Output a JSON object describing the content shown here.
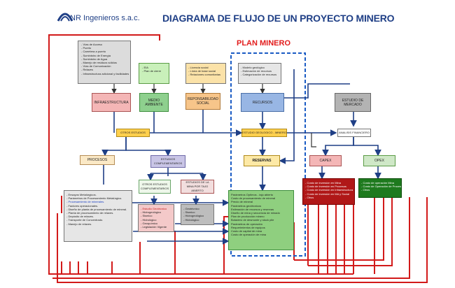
{
  "company": "NR Ingenieros s.a.c.",
  "title": "DIAGRAMA DE FLUJO DE UN PROYECTO MINERO",
  "plan_title": "PLAN MINERO",
  "infra_items": [
    "Vías de Acceso",
    "Puerto",
    "Carretera a puerto",
    "Suministro de Energía",
    "Suministro de Agua",
    "Manejo de residuos sólidos",
    "Vías de Comunicación",
    "Relaves",
    "Infraestructura adicional y facilidades"
  ],
  "medio_items": [
    "EIA",
    "Plan de cierre"
  ],
  "social_items": [
    "Licencia social",
    "Línea de base social",
    "Relaciones comunitarias"
  ],
  "recursos_items": [
    "Modelo geológico",
    "Estimación de recursos",
    "Categorización de recursos"
  ],
  "infraestructura": "INFRAESTRUCTURA",
  "medio_ambiente": "MEDIO AMBIENTE",
  "responsabilidad": "REPONSABILIDAD SOCIAL",
  "recursos": "RECURSOS",
  "estudio_mercado": "ESTUDIO DE MERCADO",
  "otros_estudios": "OTROS ESTUDIOS",
  "estudio_geologico_minero": "ESTUDIO GEOLOGICO - MINERO",
  "analisis_financiero": "ANALISIS FINANCIERO",
  "procesos": "PROCESOS",
  "estudios_complementarios": "ESTUDIOS COMPLEMENTARIOS",
  "reservas": "RESERVAS",
  "capex": "CAPEX",
  "opex": "OPEX",
  "otros_estudios_comp": "OTROS ESTUDIOS COMPLEMENTARIOS",
  "estudios_mina_tajo": "ESTUDIOS DE LA MINA POR TAJO ABIERTO",
  "procesos_items": [
    "Ensayos Metalúrgicos.",
    "Parámetros de Procesamiento Metalúrgico.",
    "Procesamiento de minerales.",
    "Factores operacionales.",
    "Diseño de planta de procesamiento de mineral.",
    "Planta de procesamiento de relaves.",
    "Depósito de relaves.",
    "Transporte de Concentrado.",
    "Manejo de relaves."
  ],
  "comp_items": [
    "Estudio Geotécnico",
    "Hidrogeológico",
    "Sismico",
    "Hidrológico",
    "Geoquímico",
    "Legislación Vigente"
  ],
  "tajo_items": [
    "Geotécnico",
    "Sismico",
    "Hidrogeológico",
    "Hidrológico"
  ],
  "reservas_items": [
    "Parámetros Optimos - tajo abierto",
    "Costo de procesamiento de mineral",
    "Precio de mineral",
    "Parámetros geotécnicos",
    "Estimación de recursos y reservas",
    "Diseño de mina y secuencia de minado",
    "Plan de producción minero",
    "Botadero de desmonte y stock pile",
    "Parámetros de operación",
    "Requerimientos de equipos",
    "Costo de capital de mina",
    "Costo de operación de mina"
  ],
  "capex_items": [
    "Costo de inversión en Mina",
    "Costo de inversión en Procesos",
    "Costo de inversión en Infraestructura",
    "Costo de inversión en MA y Social",
    "Otros"
  ],
  "opex_items": [
    "Costo de operación Mina",
    "Costo de Operación de Procesos",
    "Otros"
  ],
  "colors": {
    "navy": "#1f3f86",
    "red": "#d21a1a",
    "pink": "#f4b6b6",
    "green": "#8ed08e",
    "orange": "#f7c58a",
    "yellow": "#ffd04d",
    "lilac": "#c9c5e6",
    "blue": "#98b6e4",
    "gray": "#b3b3b3",
    "lightyellow": "#fde9a6",
    "darkred": "#b01818"
  }
}
